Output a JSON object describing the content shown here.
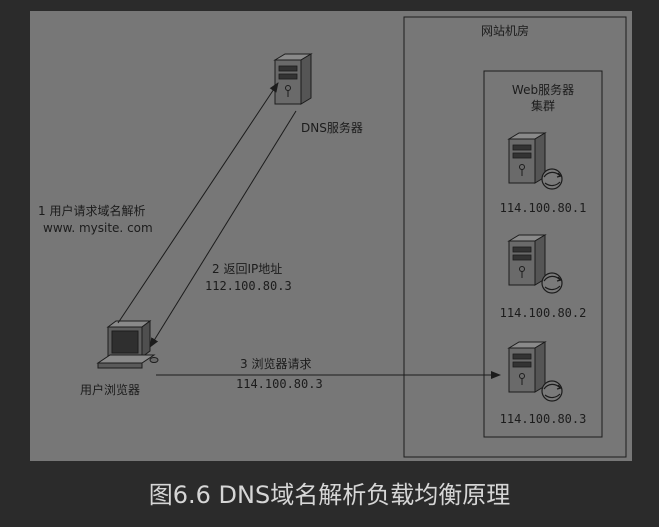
{
  "diagram": {
    "room_label": "网站机房",
    "cluster_label_line1": "Web服务器",
    "cluster_label_line2": "集群",
    "dns_label": "DNS服务器",
    "browser_label": "用户浏览器",
    "step1_line1": "1 用户请求域名解析",
    "step1_line2": "www. mysite. com",
    "step2_line1": "2 返回IP地址",
    "step2_line2": "112.100.80.3",
    "step3_line1": "3 浏览器请求",
    "step3_line2": "114.100.80.3",
    "servers": [
      "114.100.80.1",
      "114.100.80.2",
      "114.100.80.3"
    ]
  },
  "caption": "图6.6 DNS域名解析负载均衡原理"
}
